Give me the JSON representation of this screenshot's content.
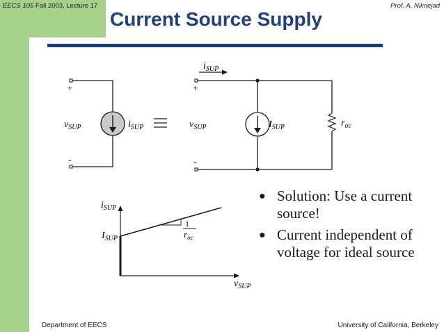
{
  "header": {
    "course_code": "EECS 105",
    "course_rest": " Fall 2003, Lecture 17",
    "author": "Prof. A. Niknejad"
  },
  "title": "Current Source Supply",
  "circuit": {
    "left_plus": "+",
    "left_minus": "-",
    "left_voltage": "v",
    "left_voltage_sub": "SUP",
    "left_source": "i",
    "left_source_sub": "SUP",
    "equiv_symbol": "≡",
    "right_current_arrow": "i",
    "right_current_arrow_sub": "SUP",
    "right_plus": "+",
    "right_minus": "-",
    "right_voltage": "v",
    "right_voltage_sub": "SUP",
    "right_source": "I",
    "right_source_sub": "SUP",
    "resistor": "r",
    "resistor_sub": "oc"
  },
  "chart_data": {
    "type": "line",
    "x_label": "v",
    "x_label_sub": "SUP",
    "y_label": "i",
    "y_label_sub": "SUP",
    "intercept_label": "I",
    "intercept_label_sub": "SUP",
    "slope_numerator": "1",
    "slope_denominator": "r",
    "slope_denominator_sub": "oc"
  },
  "bullets": [
    "Solution:  Use a current source!",
    "Current independent of voltage for ideal source"
  ],
  "footer": {
    "left": "Department of EECS",
    "right": "University of California, Berkeley"
  }
}
